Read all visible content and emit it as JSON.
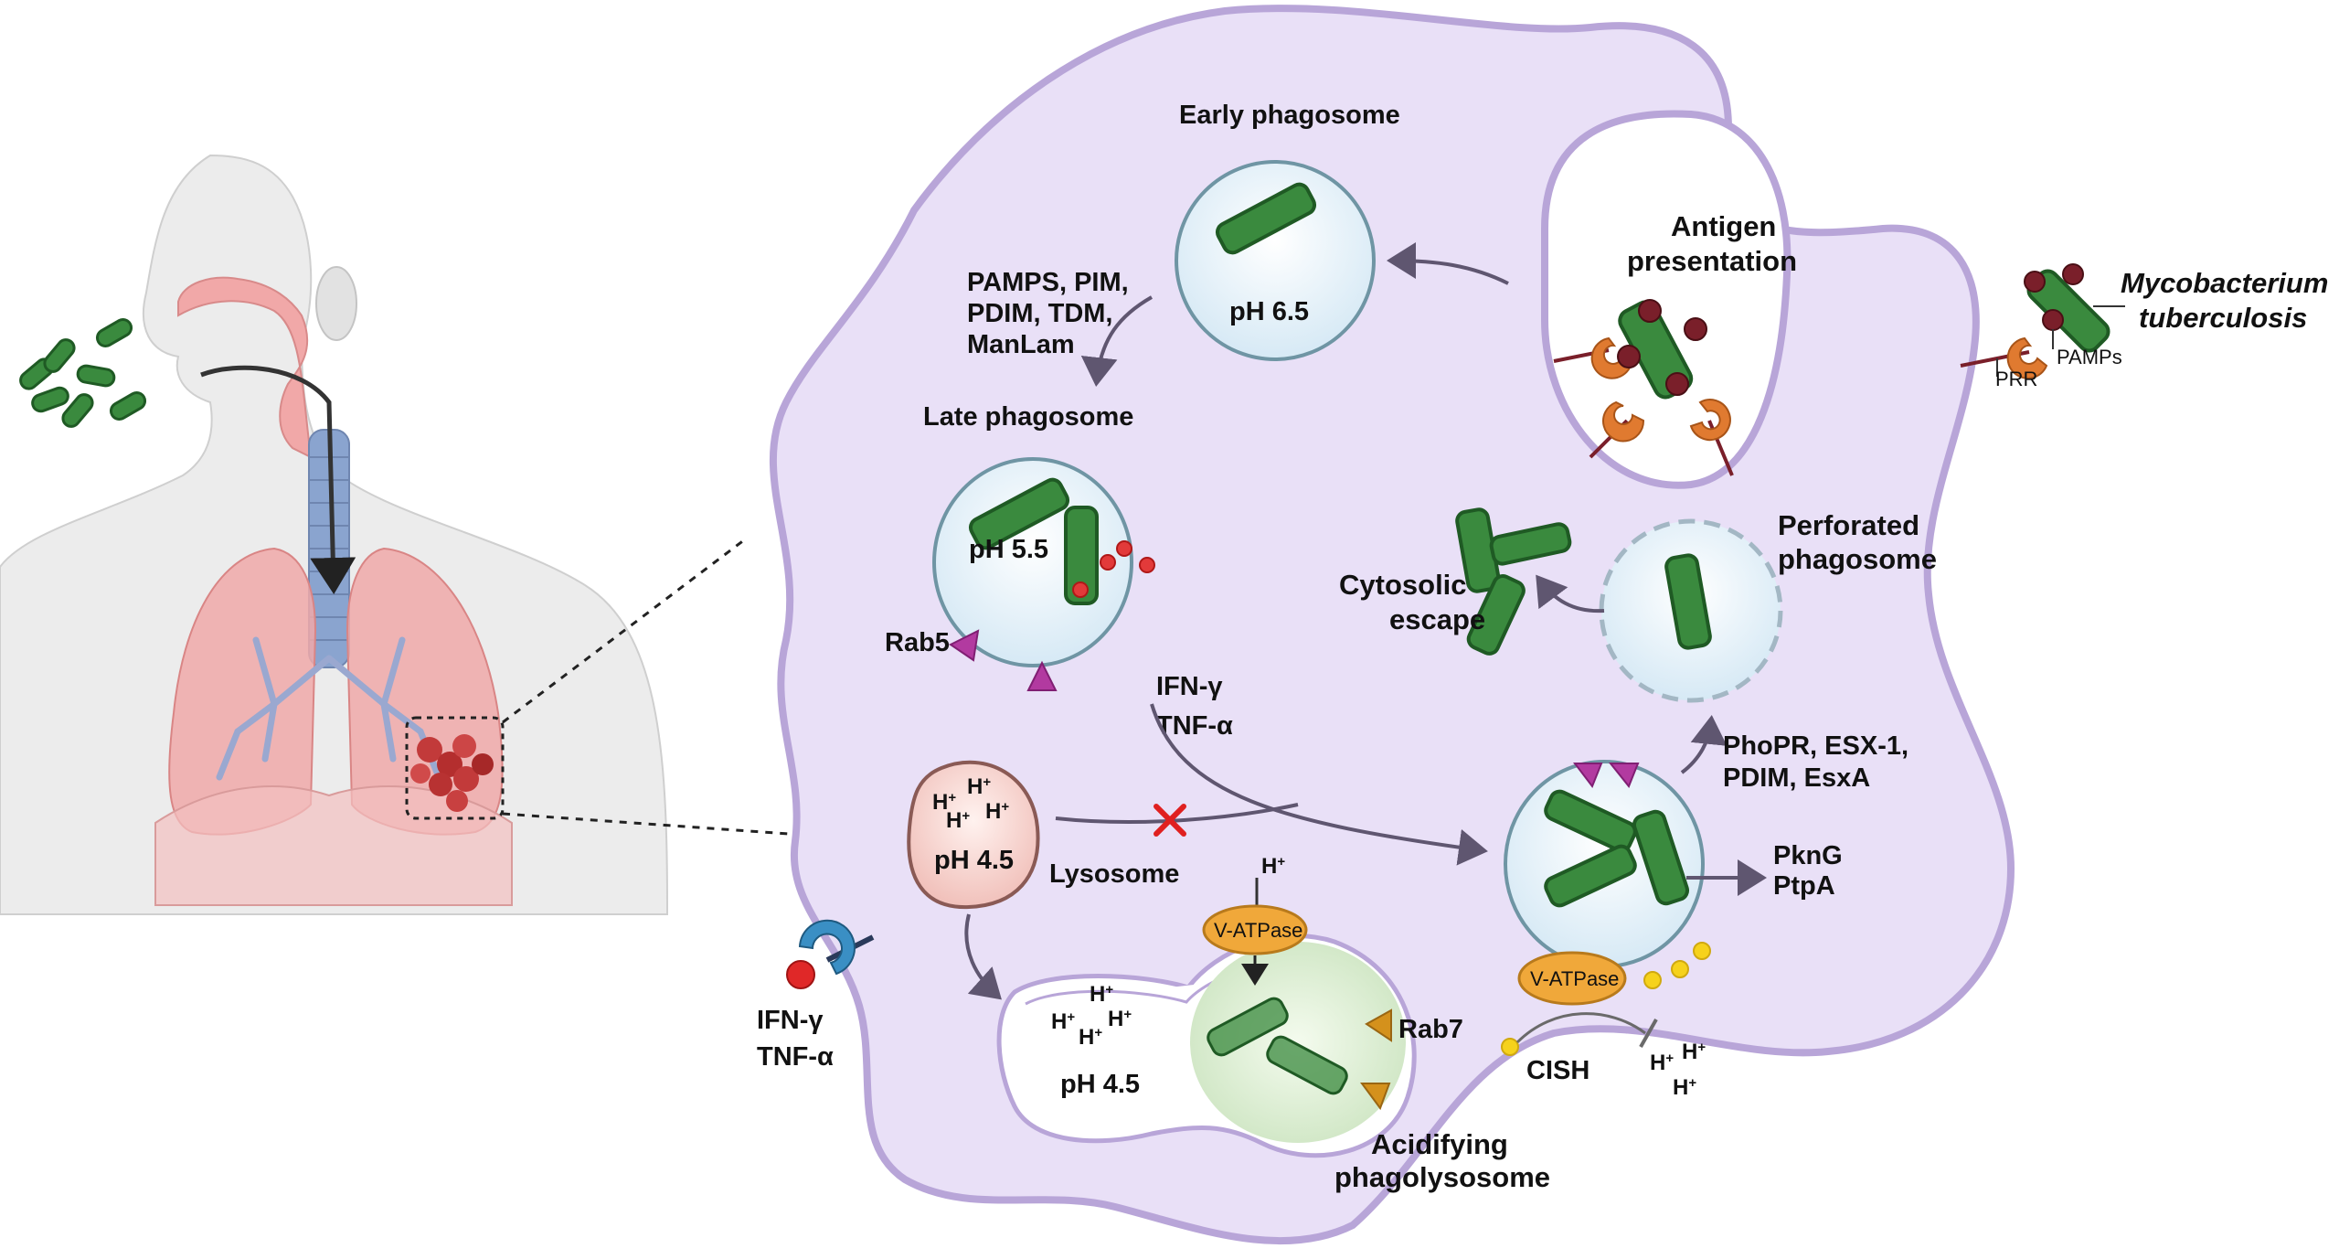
{
  "labels": {
    "early_phagosome": "Early phagosome",
    "ph_early": "pH 6.5",
    "pamps_list": [
      "PAMPS, PIM,",
      "PDIM, TDM,",
      "ManLam"
    ],
    "late_phagosome": "Late phagosome",
    "ph_late": "pH 5.5",
    "rab5": "Rab5",
    "ifn_center": "IFN-γ",
    "tnf_center": "TNF-α",
    "lysosome": "Lysosome",
    "ph_lysosome": "pH 4.5",
    "h_plus": "H",
    "plus": "+",
    "antigen_presentation": [
      "Antigen",
      "presentation"
    ],
    "mycobacterium": [
      "Mycobacterium",
      "tuberculosis"
    ],
    "prr": "PRR",
    "pamps": "PAMPs",
    "perforated_phagosome": [
      "Perforated",
      "phagosome"
    ],
    "cytosolic_escape": [
      "Cytosolic",
      "escape"
    ],
    "phopr_list": [
      "PhoPR, ESX-1,",
      "PDIM, EsxA"
    ],
    "pkng": "PknG",
    "ptpa": "PtpA",
    "v_atpase": "V-ATPase",
    "cish": "CISH",
    "rab7": "Rab7",
    "ph_phagolysosome": "pH 4.5",
    "acidifying_phagolysosome": [
      "Acidifying",
      "phagolysosome"
    ],
    "ifn_left": "IFN-γ",
    "tnf_left": "TNF-α"
  },
  "colors": {
    "macrophage_fill": "#e9e0f7",
    "macrophage_border": "#b8a5d8",
    "bacterium": "#3a8a3e",
    "bacterium_dark": "#1f5a24",
    "arrow": "#5f5670",
    "rab_triangle": "#b23aa0",
    "rab7_triangle": "#d4911c",
    "v_atpase": "#f0a83a",
    "lysosome_fill": "#f6d6d2",
    "inhibit_x": "#e02020",
    "lung": "#f0a9a9",
    "trachea": "#8aa4cf"
  }
}
